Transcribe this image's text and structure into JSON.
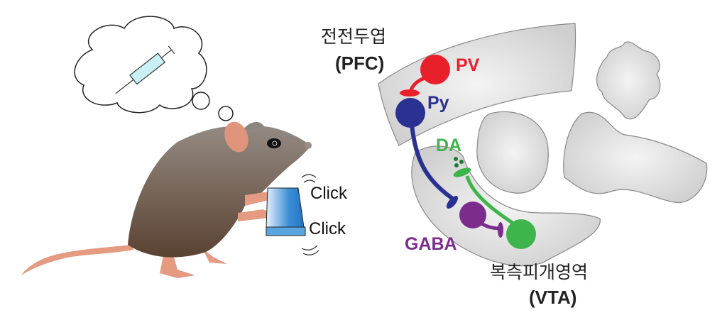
{
  "regions": {
    "pfc": {
      "korean": "전전두엽",
      "abbr": "(PFC)"
    },
    "vta": {
      "korean": "복측피개영역",
      "abbr": "(VTA)"
    }
  },
  "neurons": {
    "pv": {
      "label": "PV",
      "color": "#e8202a"
    },
    "py": {
      "label": "Py",
      "color": "#2b3190"
    },
    "da": {
      "label": "DA",
      "color": "#3db54a"
    },
    "gaba": {
      "label": "GABA",
      "color": "#7b2d8e"
    }
  },
  "mouse": {
    "click_labels": [
      "Click",
      "Click"
    ]
  }
}
